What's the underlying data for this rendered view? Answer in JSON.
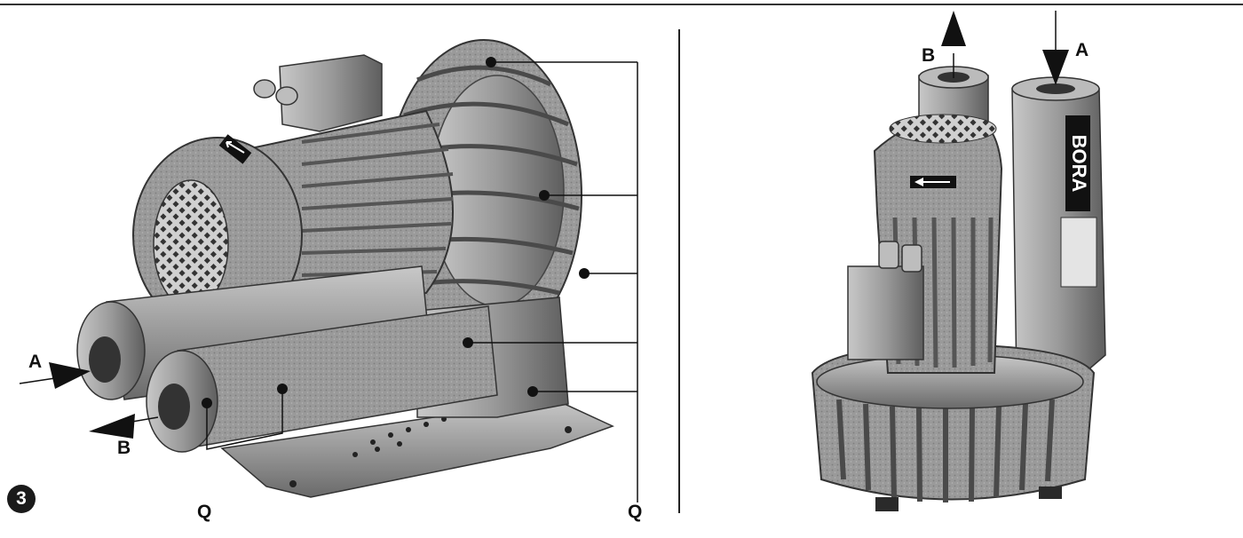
{
  "figure": {
    "number": "3"
  },
  "left_view": {
    "inlet_label": "A",
    "outlet_label": "B",
    "q_label_bottom": "Q",
    "q_label_right": "Q"
  },
  "right_view": {
    "outlet_label": "B",
    "inlet_label": "A",
    "brand_label": "BORA"
  },
  "colors": {
    "machine_body": "#9a9a9a",
    "machine_shadow": "#5e5e5e",
    "machine_highlight": "#c8c8c8",
    "ink": "#111111"
  }
}
